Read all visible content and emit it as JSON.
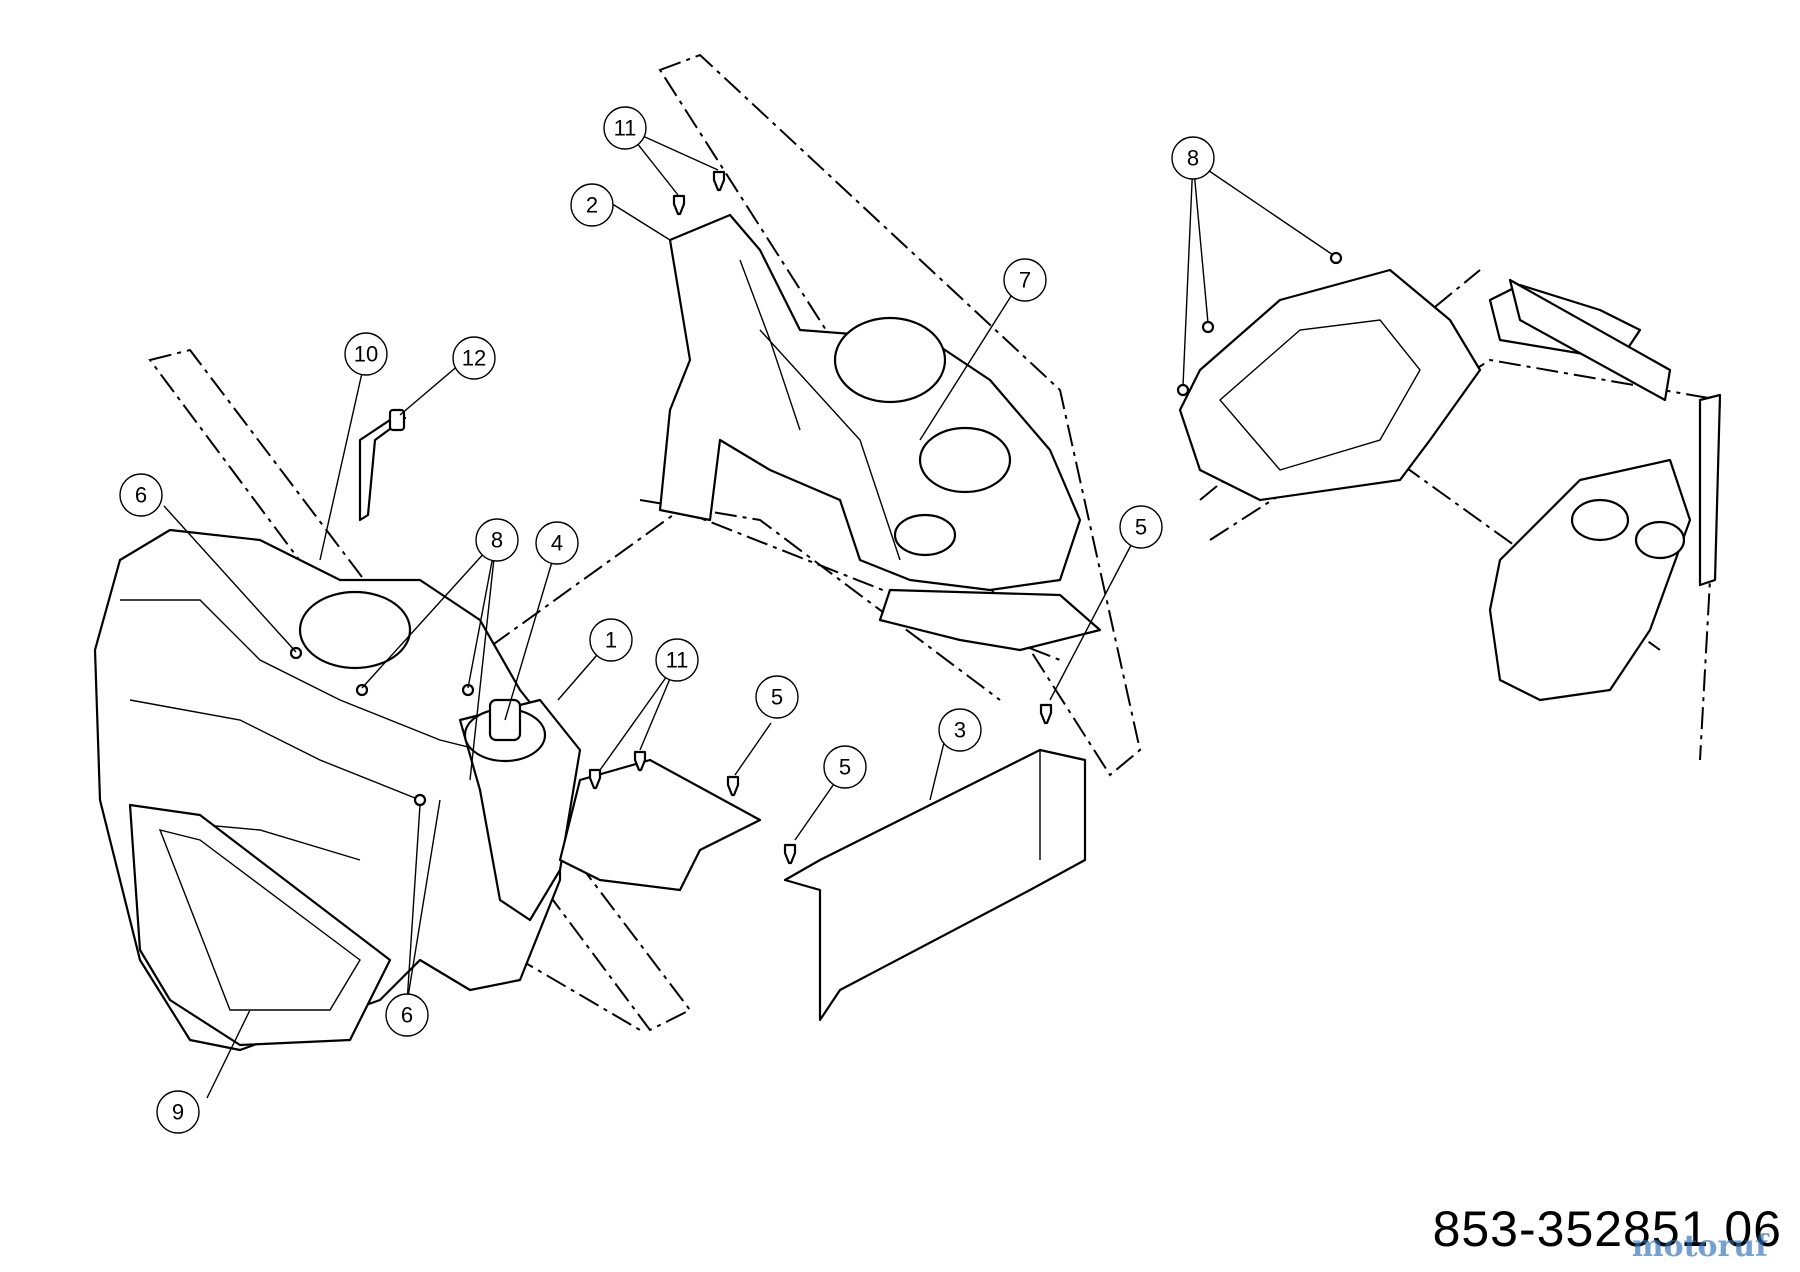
{
  "drawing": {
    "part_number": "853-352851 06",
    "watermark": "motoruf"
  },
  "callouts": [
    {
      "id": "c1",
      "label": "1"
    },
    {
      "id": "c2",
      "label": "2"
    },
    {
      "id": "c3",
      "label": "3"
    },
    {
      "id": "c4",
      "label": "4"
    },
    {
      "id": "c5a",
      "label": "5"
    },
    {
      "id": "c5b",
      "label": "5"
    },
    {
      "id": "c5c",
      "label": "5"
    },
    {
      "id": "c6a",
      "label": "6"
    },
    {
      "id": "c6b",
      "label": "6"
    },
    {
      "id": "c7",
      "label": "7"
    },
    {
      "id": "c8a",
      "label": "8"
    },
    {
      "id": "c8b",
      "label": "8"
    },
    {
      "id": "c9",
      "label": "9"
    },
    {
      "id": "c10",
      "label": "10"
    },
    {
      "id": "c11a",
      "label": "11"
    },
    {
      "id": "c11b",
      "label": "11"
    },
    {
      "id": "c12",
      "label": "12"
    }
  ]
}
